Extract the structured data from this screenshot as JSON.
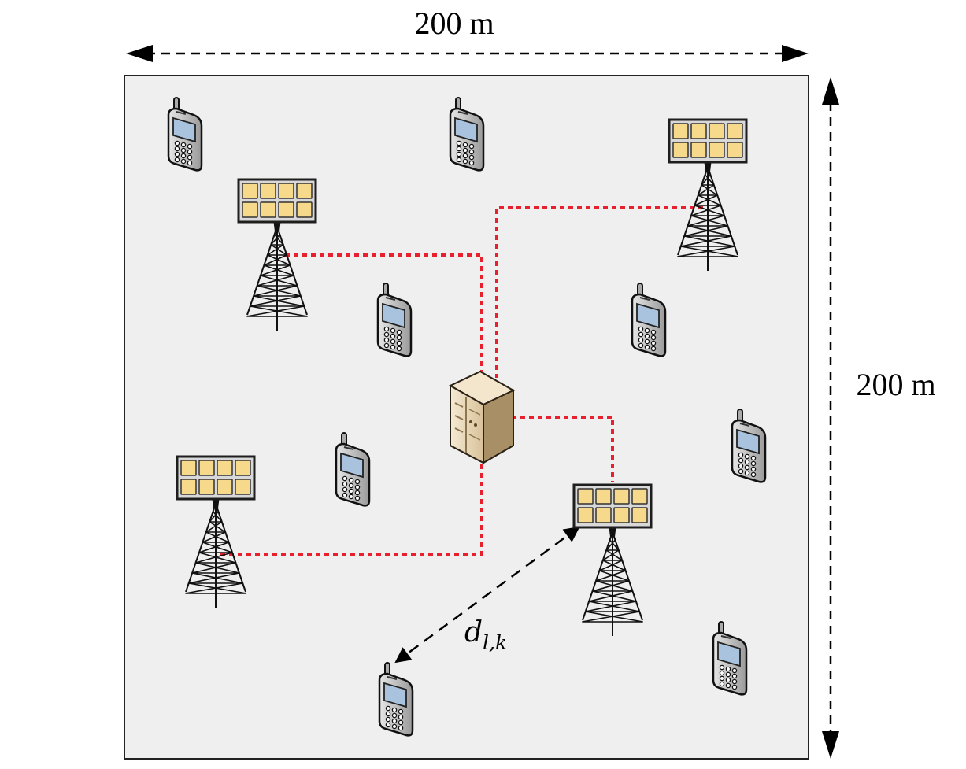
{
  "width_label": "200 m",
  "height_label": "200 m",
  "distance_label": {
    "symbol": "d",
    "subscript": "l,k"
  },
  "colors": {
    "area_fill": "#efefef",
    "area_border": "#222222",
    "fronthaul_link": "#e8202e",
    "panel_fill": "#f6d98b",
    "panel_frame": "#1e1e1e",
    "server_body": "#e7d5b3",
    "phone_body": "#c4c4c4",
    "phone_screen": "#a9c2dd"
  },
  "icons": {
    "access_point": "antenna-tower-icon",
    "user_equipment": "mobile-phone-icon",
    "central_server": "server-cabinet-icon"
  }
}
